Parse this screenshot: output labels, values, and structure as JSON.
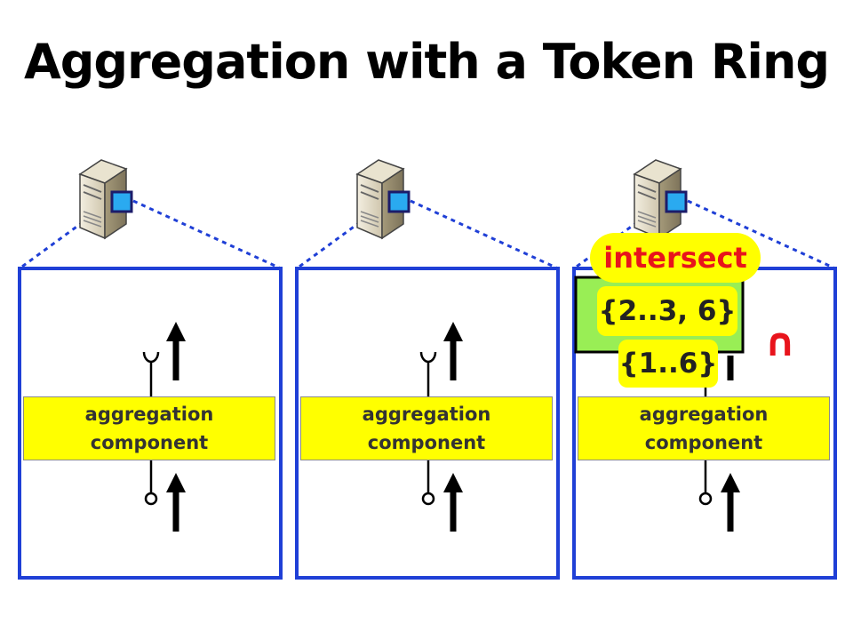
{
  "title": "Aggregation with a Token Ring",
  "nodes": [
    {
      "component_line1": "aggregation",
      "component_line2": "component"
    },
    {
      "component_line1": "aggregation",
      "component_line2": "component"
    },
    {
      "component_line1": "aggregation",
      "component_line2": "component"
    }
  ],
  "overlay": {
    "operation": "intersect",
    "set_a": "{2..3, 6}",
    "set_b": "{1..6}",
    "symbol": "∩"
  },
  "colors": {
    "node_border": "#1f3fd6",
    "component_fill": "#ffff00",
    "op_box_fill": "#99ee55",
    "operation_text": "#e8141c",
    "symbol": "#e8141c"
  }
}
